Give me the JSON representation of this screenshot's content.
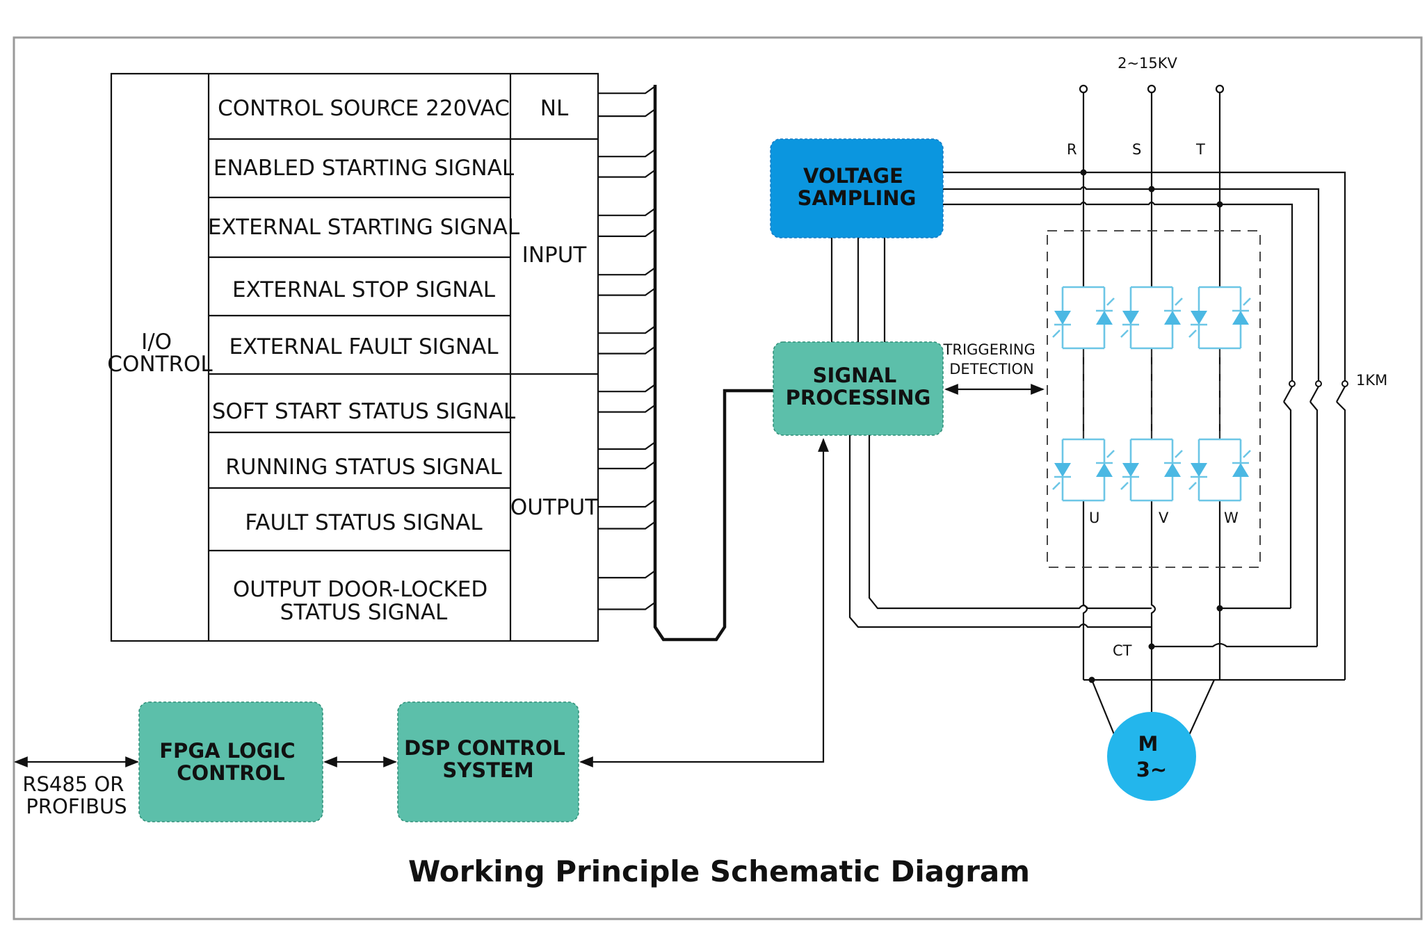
{
  "title": "Working Principle Schematic Diagram",
  "colors": {
    "voltage_block": "#0b96df",
    "teal_block": "#5cbfaa",
    "motor": "#23b6ec",
    "scr": "#4bb8e3"
  },
  "io_table": {
    "group_label": [
      "I/O",
      "CONTROL"
    ],
    "rows": [
      {
        "lines": [
          "CONTROL SOURCE 220VAC"
        ]
      },
      {
        "lines": [
          "ENABLED STARTING SIGNAL"
        ]
      },
      {
        "lines": [
          "EXTERNAL STARTING SIGNAL"
        ]
      },
      {
        "lines": [
          "EXTERNAL STOP SIGNAL"
        ]
      },
      {
        "lines": [
          "EXTERNAL FAULT SIGNAL"
        ]
      },
      {
        "lines": [
          "SOFT START STATUS SIGNAL"
        ]
      },
      {
        "lines": [
          "RUNNING STATUS SIGNAL"
        ]
      },
      {
        "lines": [
          "FAULT STATUS SIGNAL"
        ]
      },
      {
        "lines": [
          "OUTPUT DOOR-LOCKED",
          "STATUS SIGNAL"
        ]
      }
    ],
    "categories": [
      "NL",
      "INPUT",
      "OUTPUT"
    ]
  },
  "blocks": {
    "voltage_sampling": [
      "VOLTAGE",
      "SAMPLING"
    ],
    "signal_processing": [
      "SIGNAL",
      "PROCESSING"
    ],
    "fpga": [
      "FPGA LOGIC",
      "CONTROL"
    ],
    "dsp": [
      "DSP CONTROL",
      "SYSTEM"
    ]
  },
  "labels": {
    "supply": "2~15KV",
    "phases_in": [
      "R",
      "S",
      "T"
    ],
    "phases_out": [
      "U",
      "V",
      "W"
    ],
    "triggering": [
      "TRIGGERING",
      "DETECTION"
    ],
    "contactor": "1KM",
    "ct": "CT",
    "comms": [
      "RS485 OR",
      "PROFIBUS"
    ],
    "motor": [
      "M",
      "3~"
    ]
  }
}
